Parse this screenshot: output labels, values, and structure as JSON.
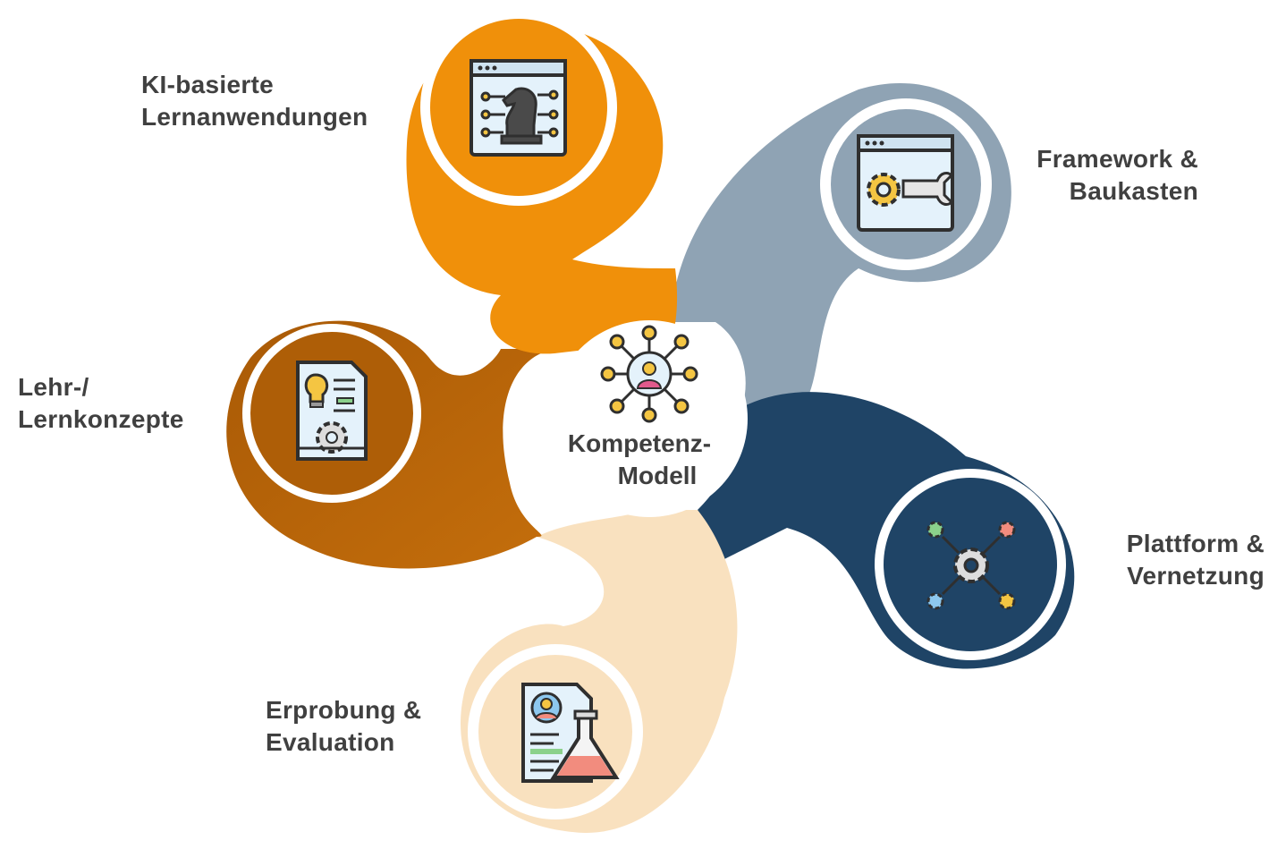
{
  "center": {
    "line1": "Kompetenz-",
    "line2": "Modell",
    "icon": "network-person-icon"
  },
  "petals": [
    {
      "id": "ki",
      "line1": "KI-basierte",
      "line2": "Lernanwendungen",
      "color": "#F0900A",
      "icon": "chess-knight-browser-icon"
    },
    {
      "id": "framework",
      "line1": "Framework &",
      "line2": "Baukasten",
      "color": "#8FA3B4",
      "icon": "gear-wrench-browser-icon"
    },
    {
      "id": "plattform",
      "line1": "Plattform &",
      "line2": "Vernetzung",
      "color": "#1F4466",
      "icon": "gear-network-icon"
    },
    {
      "id": "erprobung",
      "line1": "Erprobung &",
      "line2": "Evaluation",
      "color": "#F9E1BF",
      "icon": "report-flask-icon"
    },
    {
      "id": "lehr",
      "line1": "Lehr-/",
      "line2": "Lernkonzepte",
      "color": "#B8620A",
      "icon": "idea-document-icon"
    }
  ]
}
